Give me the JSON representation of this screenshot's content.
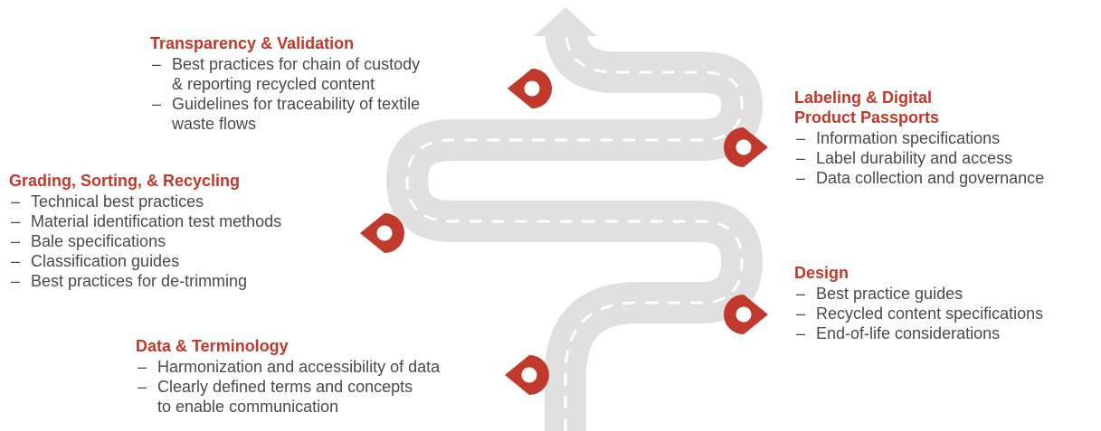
{
  "colors": {
    "accent": "#c0392b",
    "road": "#e0e0e0",
    "text": "#4a4a4a"
  },
  "sections": {
    "transparency": {
      "title": "Transparency & Validation",
      "items": [
        "Best practices for chain of custody\n& reporting recycled content",
        "Guidelines for traceability of textile\nwaste flows"
      ]
    },
    "grading": {
      "title": "Grading, Sorting, & Recycling",
      "items": [
        "Technical best practices",
        "Material identification test methods",
        "Bale specifications",
        "Classification guides",
        "Best practices for de-trimming"
      ]
    },
    "data_terminology": {
      "title": "Data & Terminology",
      "items": [
        "Harmonization and accessibility of data",
        "Clearly defined terms and concepts\nto enable communication"
      ]
    },
    "labeling": {
      "title": "Labeling & Digital\nProduct Passports",
      "items": [
        "Information specifications",
        "Label durability and access",
        "Data collection and governance"
      ]
    },
    "design": {
      "title": "Design",
      "items": [
        "Best practice guides",
        "Recycled content specifications",
        "End-of-life considerations"
      ]
    }
  }
}
